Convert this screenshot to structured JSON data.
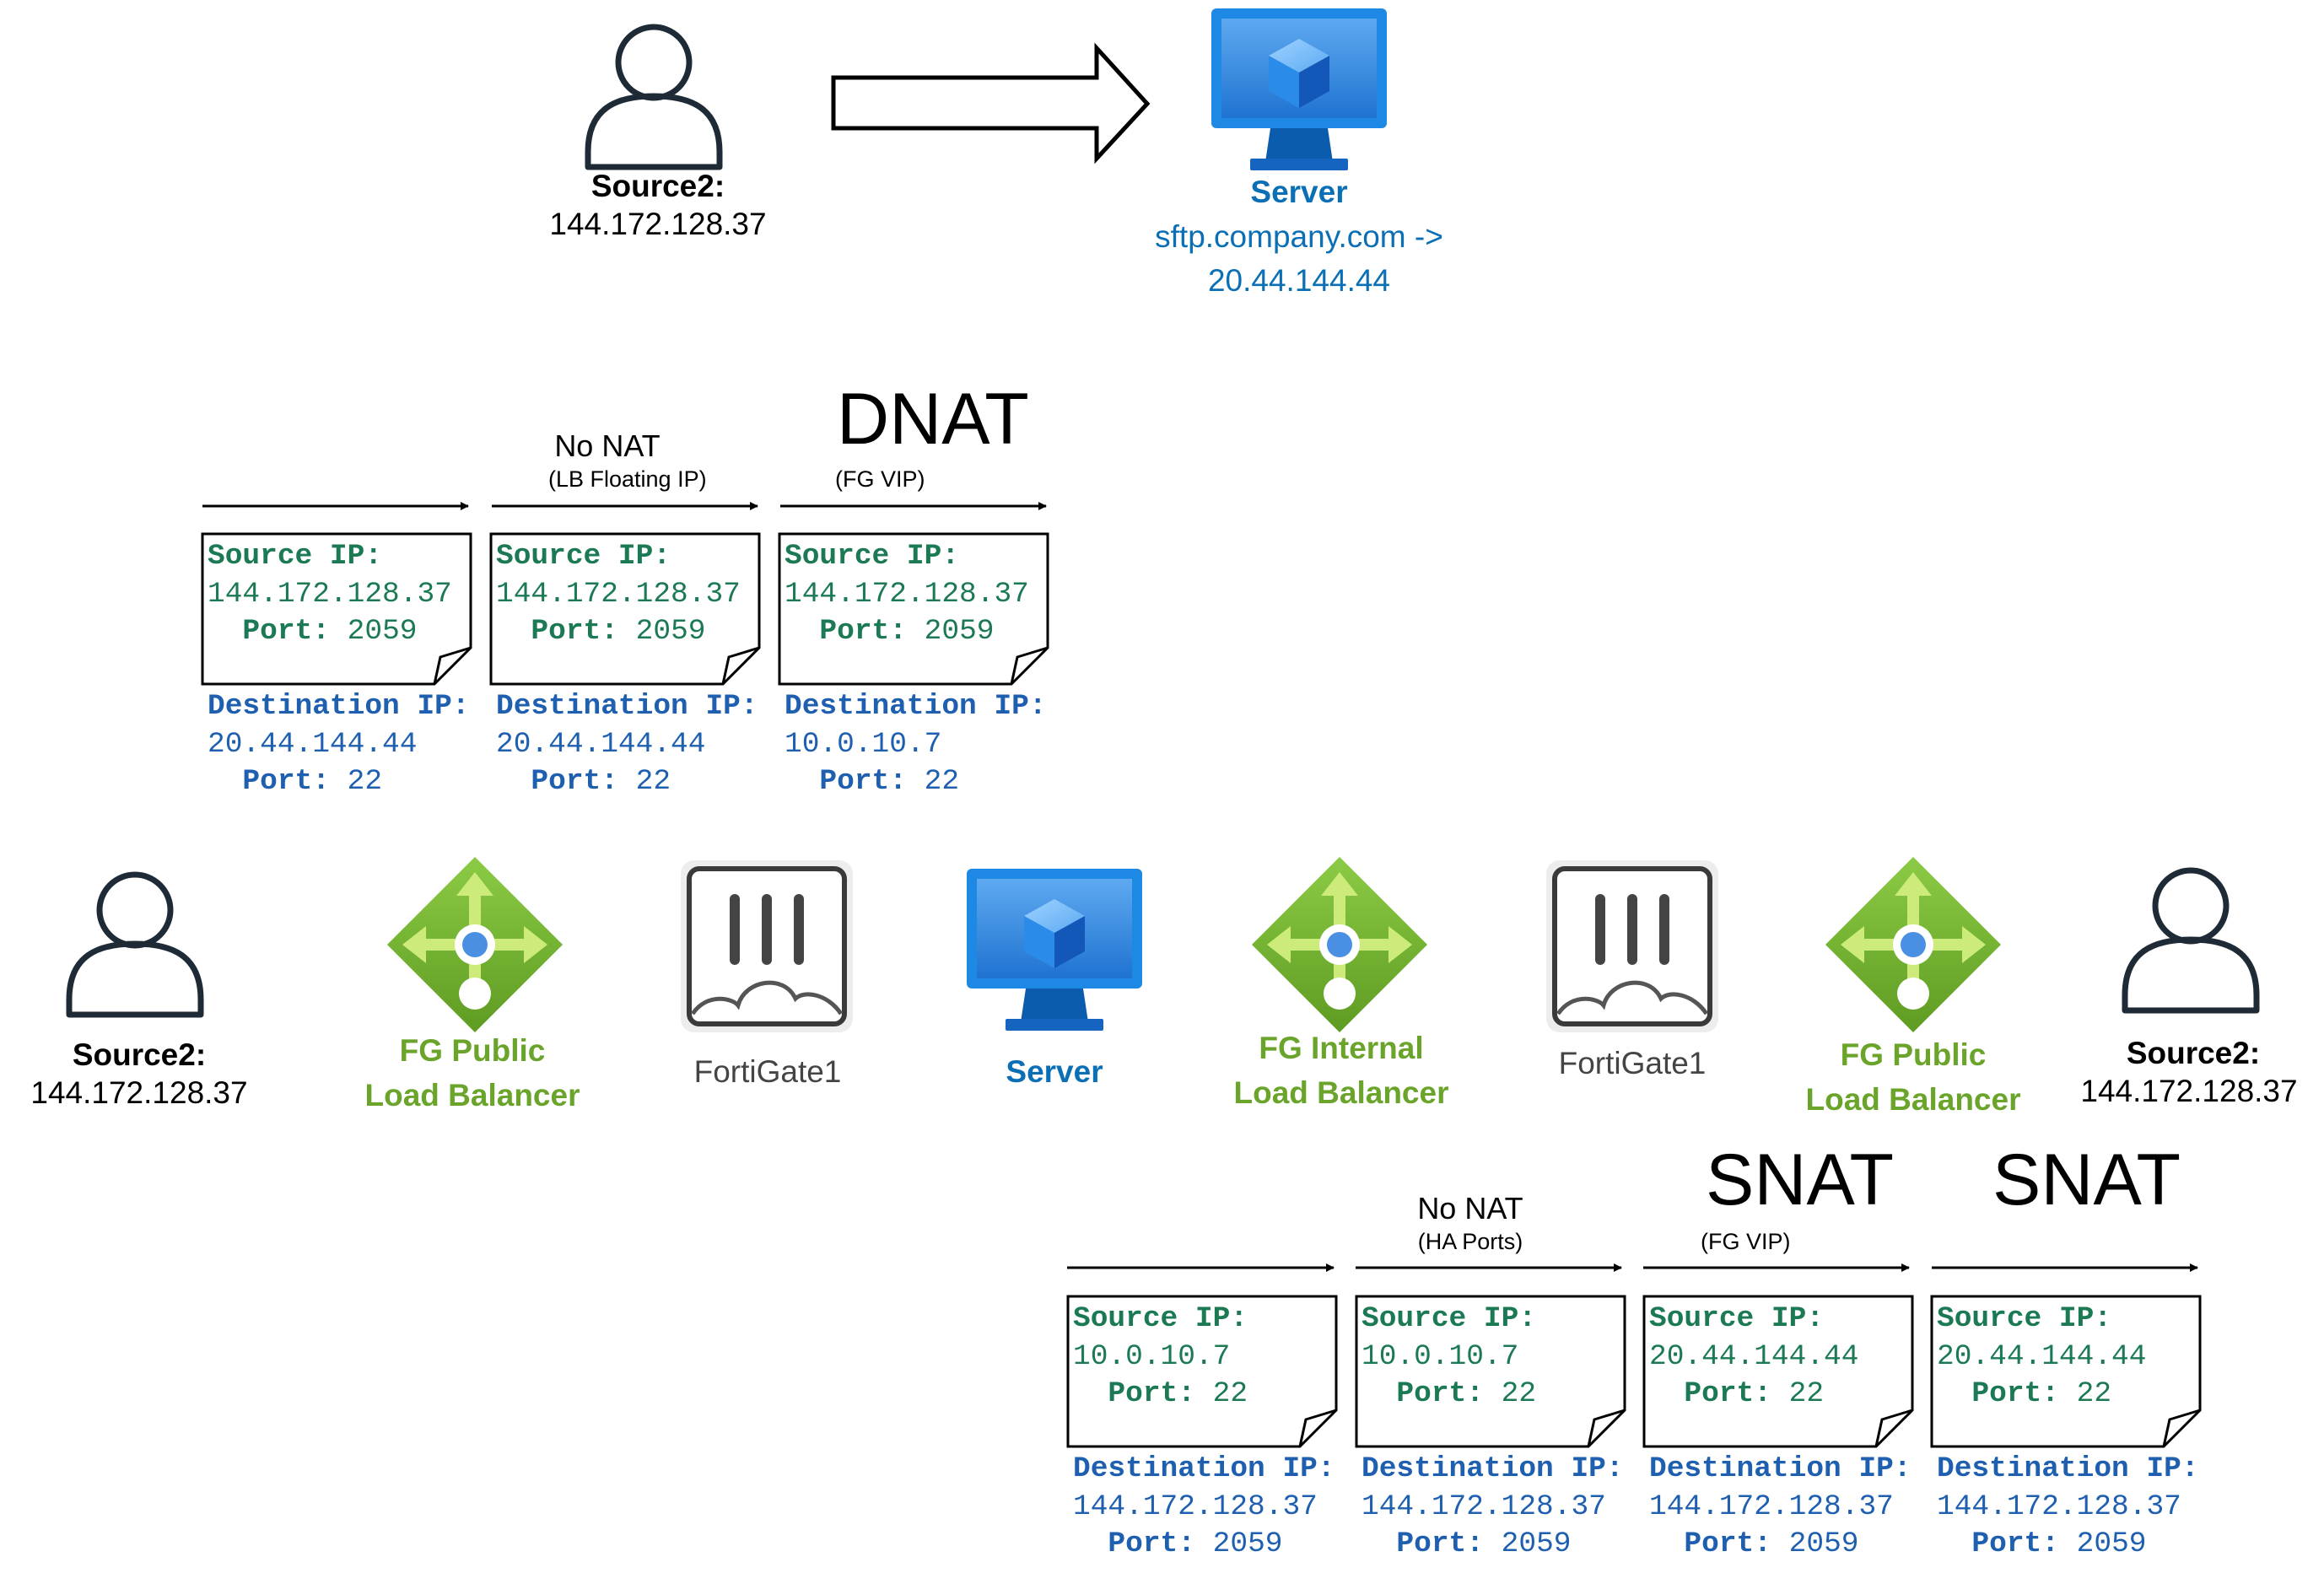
{
  "colors": {
    "accent_blue": "#0A6FB5",
    "label_green": "#6AA42A",
    "card_source_green": "#1B7A53",
    "card_dest_blue": "#1E5FB0",
    "icon_lb_green": "#7CBF3A",
    "icon_server_blue": "#1E88E5"
  },
  "top": {
    "source": {
      "label": "Source2:",
      "ip": "144.172.128.37",
      "icon": "person-icon"
    },
    "arrow_icon": "large-outline-arrow-right-icon",
    "server": {
      "label": "Server",
      "line1": "sftp.company.com ->",
      "line2": "20.44.144.44",
      "icon": "server-monitor-icon"
    }
  },
  "inbound": {
    "steps": [
      {
        "title": "",
        "subtitle": ""
      },
      {
        "title": "No NAT",
        "subtitle": "(LB Floating IP)"
      },
      {
        "title": "DNAT",
        "subtitle": "(FG VIP)"
      }
    ],
    "cards": [
      {
        "source_label": "Source IP:",
        "source_ip": "144.172.128.37",
        "source_port_label": "Port:",
        "source_port": "2059",
        "dest_label": "Destination IP:",
        "dest_ip": "20.44.144.44",
        "dest_port_label": "Port:",
        "dest_port": "22"
      },
      {
        "source_label": "Source IP:",
        "source_ip": "144.172.128.37",
        "source_port_label": "Port:",
        "source_port": "2059",
        "dest_label": "Destination IP:",
        "dest_ip": "20.44.144.44",
        "dest_port_label": "Port:",
        "dest_port": "22"
      },
      {
        "source_label": "Source IP:",
        "source_ip": "144.172.128.37",
        "source_port_label": "Port:",
        "source_port": "2059",
        "dest_label": "Destination IP:",
        "dest_ip": "10.0.10.7",
        "dest_port_label": "Port:",
        "dest_port": "22"
      }
    ]
  },
  "nodes": {
    "source_left": {
      "label": "Source2:",
      "ip": "144.172.128.37",
      "icon": "person-icon"
    },
    "lb_public_left": {
      "line1": "FG Public",
      "line2": "Load Balancer",
      "icon": "load-balancer-icon"
    },
    "fortigate_left": {
      "label": "FortiGate1",
      "icon": "fortigate-icon"
    },
    "server_mid": {
      "label": "Server",
      "icon": "server-monitor-icon"
    },
    "lb_internal": {
      "line1": "FG Internal",
      "line2": "Load Balancer",
      "icon": "load-balancer-icon"
    },
    "fortigate_right": {
      "label": "FortiGate1",
      "icon": "fortigate-icon"
    },
    "lb_public_right": {
      "line1": "FG Public",
      "line2": "Load Balancer",
      "icon": "load-balancer-icon"
    },
    "source_right": {
      "label": "Source2:",
      "ip": "144.172.128.37",
      "icon": "person-icon"
    }
  },
  "outbound": {
    "steps": [
      {
        "title": "",
        "subtitle": ""
      },
      {
        "title": "No NAT",
        "subtitle": "(HA Ports)"
      },
      {
        "title": "SNAT",
        "subtitle": "(FG VIP)"
      },
      {
        "title": "SNAT",
        "subtitle": ""
      }
    ],
    "cards": [
      {
        "source_label": "Source IP:",
        "source_ip": "10.0.10.7",
        "source_port_label": "Port:",
        "source_port": "22",
        "dest_label": "Destination IP:",
        "dest_ip": "144.172.128.37",
        "dest_port_label": "Port:",
        "dest_port": "2059"
      },
      {
        "source_label": "Source IP:",
        "source_ip": "10.0.10.7",
        "source_port_label": "Port:",
        "source_port": "22",
        "dest_label": "Destination IP:",
        "dest_ip": "144.172.128.37",
        "dest_port_label": "Port:",
        "dest_port": "2059"
      },
      {
        "source_label": "Source IP:",
        "source_ip": "20.44.144.44",
        "source_port_label": "Port:",
        "source_port": "22",
        "dest_label": "Destination IP:",
        "dest_ip": "144.172.128.37",
        "dest_port_label": "Port:",
        "dest_port": "2059"
      },
      {
        "source_label": "Source IP:",
        "source_ip": "20.44.144.44",
        "source_port_label": "Port:",
        "source_port": "22",
        "dest_label": "Destination IP:",
        "dest_ip": "144.172.128.37",
        "dest_port_label": "Port:",
        "dest_port": "2059"
      }
    ]
  }
}
